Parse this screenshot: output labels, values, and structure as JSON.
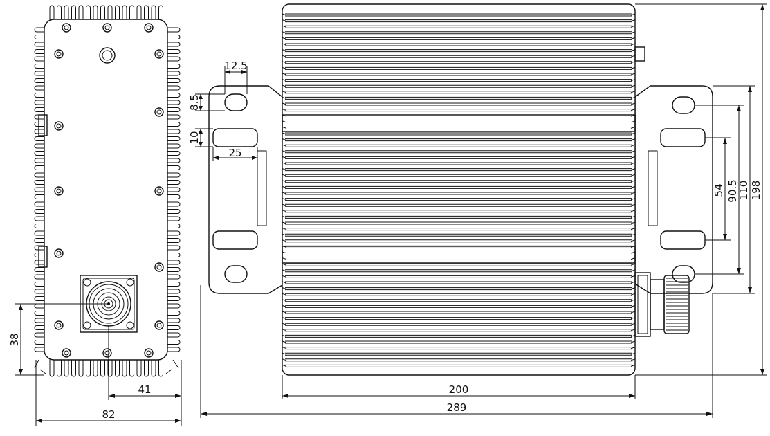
{
  "dimensions": {
    "front_width": "82",
    "connector_offset_x": "41",
    "connector_offset_y": "38",
    "slot_width": "12.5",
    "slot_height": "8.5",
    "slot2_height": "10",
    "slot2_width": "25",
    "body_width": "200",
    "overall_width": "289",
    "hole_spacing_inner": "54",
    "hole_spacing_mid": "90.5",
    "hole_spacing_outer": "110",
    "overall_height": "198"
  }
}
